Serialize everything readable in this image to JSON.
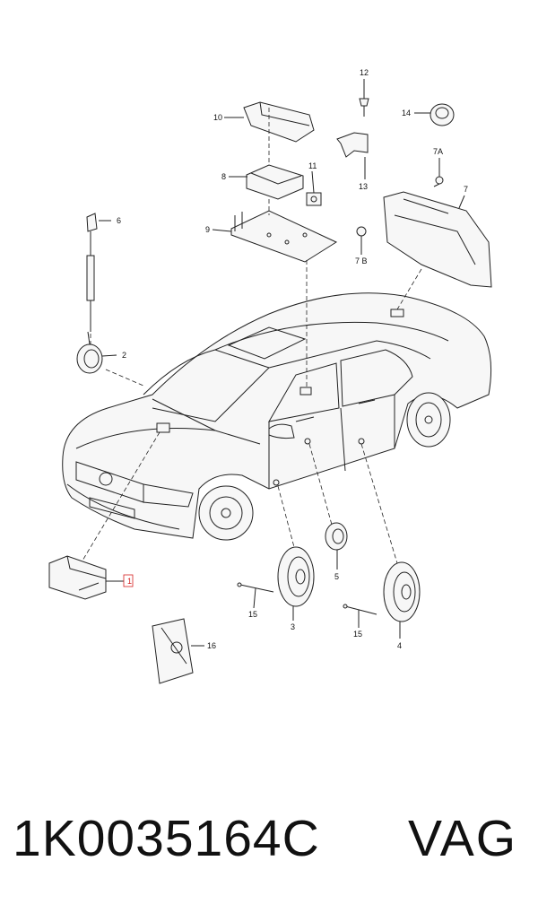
{
  "callouts": {
    "c1": "1",
    "c2": "2",
    "c3": "3",
    "c4": "4",
    "c5": "5",
    "c6": "6",
    "c7": "7",
    "c7a": "7A",
    "c7b": "7 B",
    "c8": "8",
    "c9": "9",
    "c10": "10",
    "c11": "11",
    "c12": "12",
    "c13": "13",
    "c14": "14",
    "c15a": "15",
    "c15b": "15",
    "c16": "16"
  },
  "footer": {
    "part_number": "1K0035164C",
    "brand": "VAG"
  },
  "colors": {
    "line": "#222222",
    "highlight": "#d42020",
    "background": "#ffffff"
  }
}
